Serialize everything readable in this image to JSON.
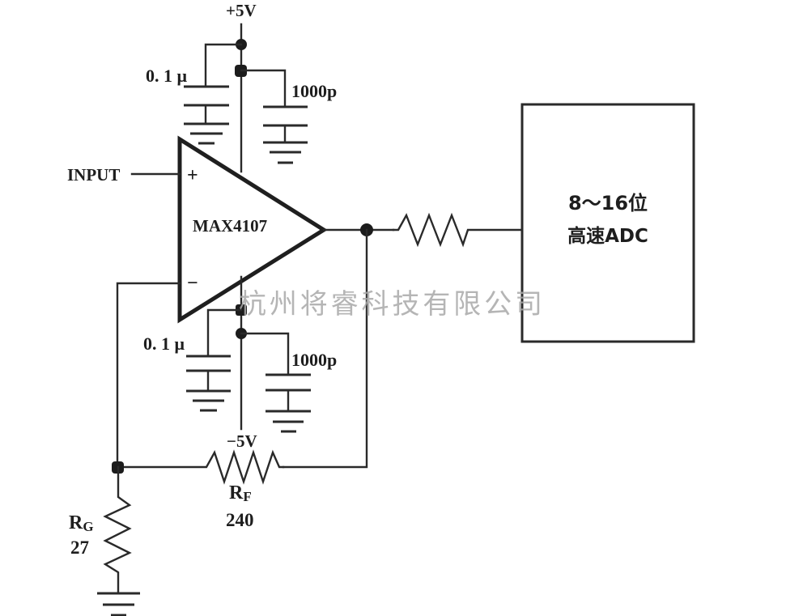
{
  "diagram": {
    "type": "circuit-schematic",
    "supply": {
      "positive_label": "+5V",
      "negative_label": "−5V"
    },
    "opamp": {
      "part_label": "MAX4107",
      "non_inverting_sign": "+",
      "inverting_sign": "−"
    },
    "input_label": "INPUT",
    "capacitors": {
      "top_bypass_large": "0. 1 μ",
      "top_bypass_small": "1000p",
      "bottom_bypass_large": "0. 1 μ",
      "bottom_bypass_small": "1000p"
    },
    "resistors": {
      "feedback": {
        "name_main": "R",
        "name_sub": "F",
        "value": "240"
      },
      "gain": {
        "name_main": "R",
        "name_sub": "G",
        "value": "27"
      },
      "series_output": {
        "name_main": "",
        "value": ""
      }
    },
    "adc_block": {
      "line1": "8～16位",
      "line2": "高速ADC"
    },
    "watermark": "杭州将睿科技有限公司"
  }
}
